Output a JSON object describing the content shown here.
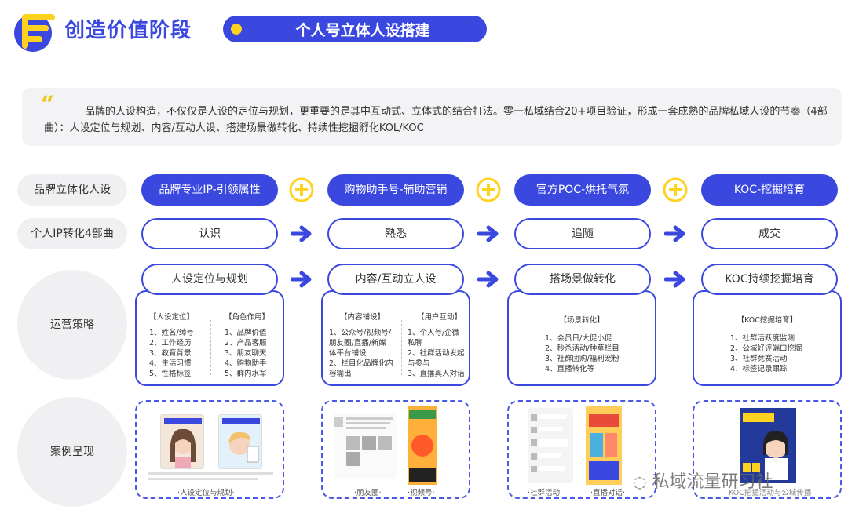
{
  "header": {
    "title": "创造价值阶段",
    "subtitle": "个人号立体人设搭建"
  },
  "intro": {
    "text": "品牌的人设构造，不仅仅是人设的定位与规划，更重要的是其中互动式、立体式的结合打法。零一私域结合20+项目验证，形成一套成熟的品牌私域人设的节奏（4部曲）：人设定位与规划、内容/互动人设、搭建场景做转化、持续性挖掘孵化KOL/KOC"
  },
  "rows": {
    "brand": "品牌立体化人设",
    "ip": "个人IP转化4部曲",
    "ops": "运营策略",
    "cases": "案例呈现"
  },
  "brand_pills": [
    "品牌专业IP-引领属性",
    "购物助手号-辅助营销",
    "官方POC-烘托气氛",
    "KOC-挖掘培育"
  ],
  "ip_steps": [
    "认识",
    "熟悉",
    "追随",
    "成交"
  ],
  "strategy_titles": [
    "人设定位与规划",
    "内容/互动立人设",
    "搭场景做转化",
    "KOC持续挖掘培育"
  ],
  "cards": {
    "c1": {
      "left_head": "【人设定位】",
      "left_items": [
        "1、姓名/绰号",
        "2、工作经历",
        "3、教育背景",
        "4、生活习惯",
        "5、性格标签"
      ],
      "right_head": "【角色作用】",
      "right_items": [
        "1、品牌价值",
        "2、产品客服",
        "3、朋友聊天",
        "4、购物助手",
        "5、群内水军"
      ]
    },
    "c2": {
      "left_head": "【内容铺设】",
      "left_items": [
        "1、公众号/视频号/",
        "朋友圈/直播/新媒",
        "体平台铺设",
        "2、栏目化品牌化内",
        "容输出"
      ],
      "right_head": "【用户互动】",
      "right_items": [
        "1、个人号/企微",
        "私聊",
        "2、社群活动发起",
        "与参与",
        "3、直播真人对话"
      ]
    },
    "c3": {
      "head": "【场景转化】",
      "items": [
        "1、会员日/大促小促",
        "2、秒杀活动/种草栏目",
        "3、社群团购/福利宠粉",
        "4、直播转化等"
      ]
    },
    "c4": {
      "head": "【KOC挖掘培育】",
      "items": [
        "1、社群活跃度监测",
        "2、公域好评端口挖掘",
        "3、社群竞赛活动",
        "4、标签记录跟踪"
      ]
    }
  },
  "cases": {
    "c1_caption": "·人设定位与规划·",
    "c2_caption_a": "·朋友圈·",
    "c2_caption_b": "·视频号·",
    "c3_caption_a": "·社群活动·",
    "c3_caption_b": "·直播对话·",
    "c4_caption": "KOC挖掘活动与公域传播"
  },
  "watermark": "私域流量研习社",
  "colors": {
    "primary": "#3a48e0",
    "accent": "#ffd21f",
    "panel": "#f0f0f2"
  }
}
